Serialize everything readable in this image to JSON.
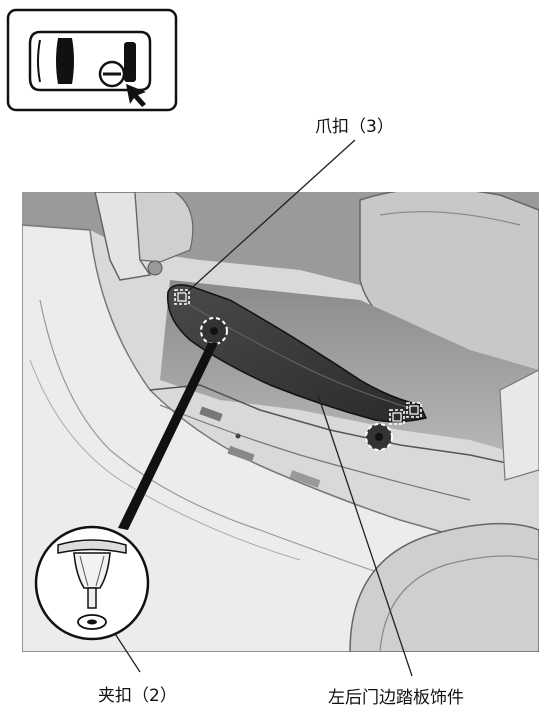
{
  "labels": {
    "claw_clip": "爪扣（3）",
    "clip": "夹扣（2）",
    "part_name": "左后门边踏板饰件"
  },
  "icons": {
    "locator": "car-top-view-locator-icon",
    "claw": "claw-clip-marker-icon",
    "clip": "clip-marker-icon",
    "pushpin": "push-pin-clip-detail-icon"
  },
  "colors": {
    "panel_light": "#e6e6e6",
    "panel_mid": "#bdbdbd",
    "panel_dark": "#7a7a7a",
    "trim_dark": "#3a3a3a",
    "line": "#222222"
  }
}
